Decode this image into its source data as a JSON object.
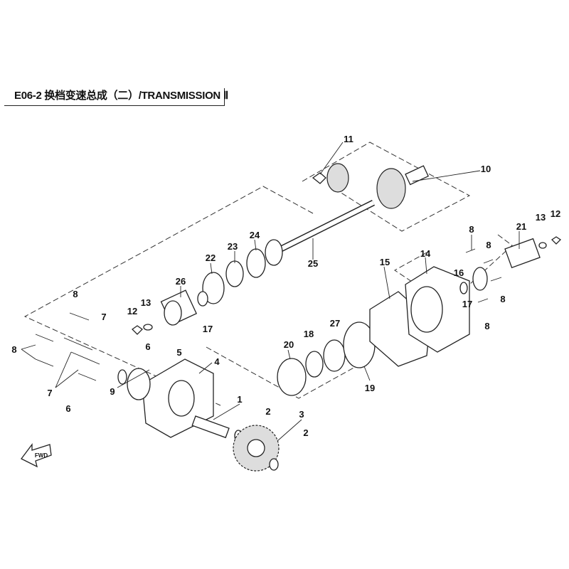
{
  "title": "E06-2 换档变速总成（二）/TRANSMISSION Ⅱ",
  "fwd_label": "FWD",
  "callouts": [
    "11",
    "10",
    "8",
    "21",
    "13",
    "12",
    "8",
    "16",
    "14",
    "15",
    "22",
    "23",
    "24",
    "25",
    "26",
    "13",
    "12",
    "17",
    "17",
    "8",
    "8",
    "18",
    "27",
    "20",
    "19",
    "8",
    "7",
    "6",
    "5",
    "4",
    "8",
    "7",
    "9",
    "6",
    "1",
    "2",
    "3",
    "2"
  ]
}
